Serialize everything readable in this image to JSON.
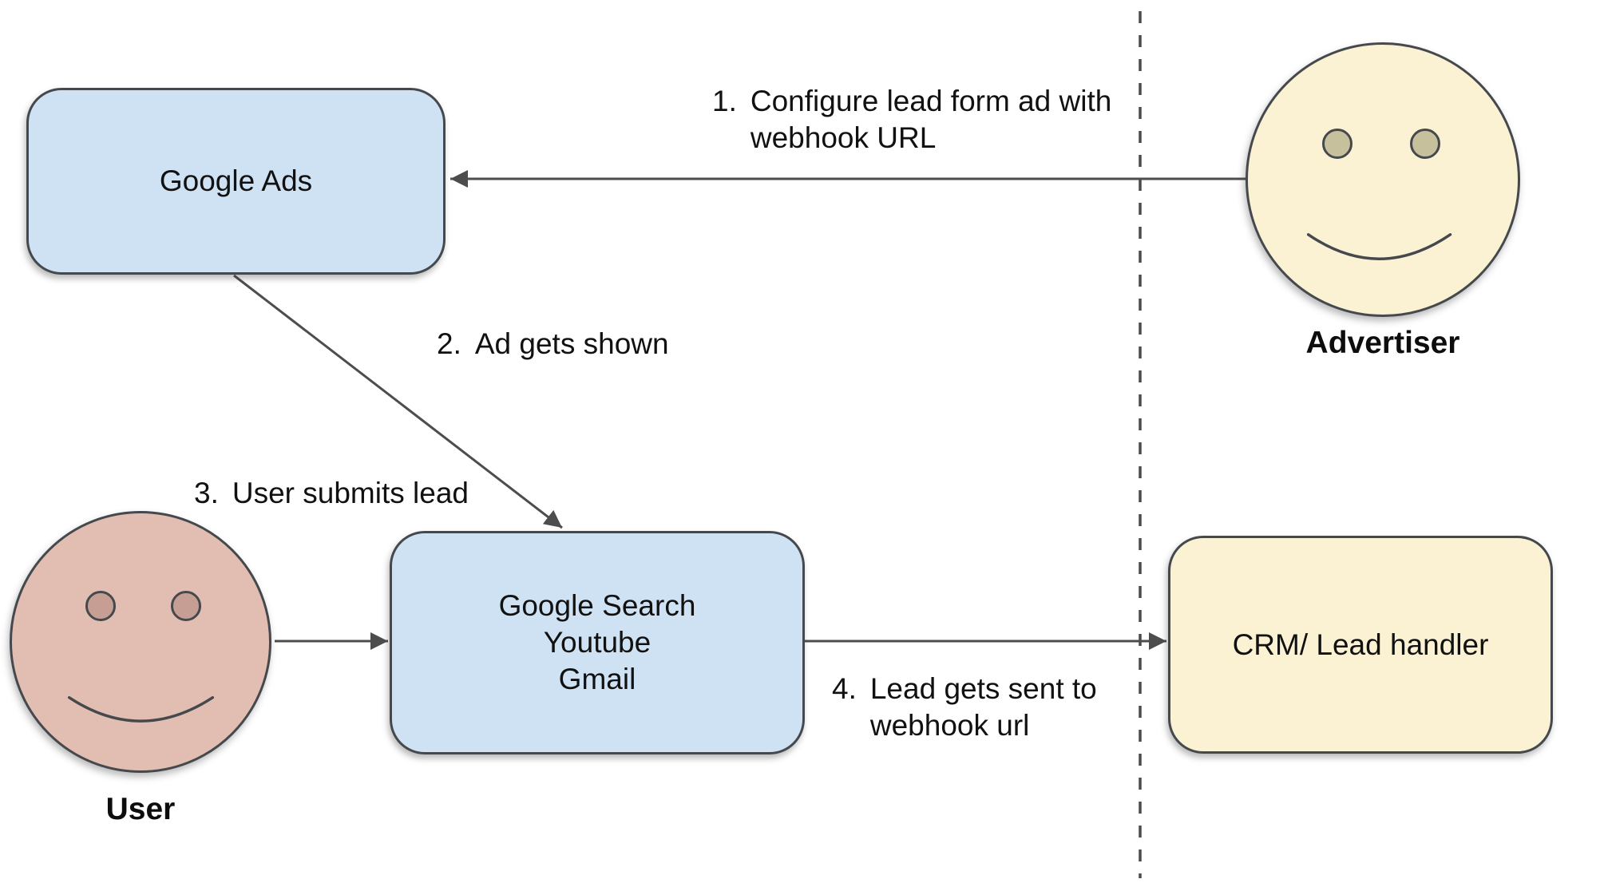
{
  "diagram": {
    "nodes": {
      "google_ads": {
        "label": "Google Ads"
      },
      "google_surfaces": {
        "line1": "Google Search",
        "line2": "Youtube",
        "line3": "Gmail"
      },
      "crm": {
        "label": "CRM/ Lead handler"
      }
    },
    "actors": {
      "advertiser": {
        "label": "Advertiser"
      },
      "user": {
        "label": "User"
      }
    },
    "steps": [
      {
        "num": "1.",
        "line1": "Configure lead form ad with",
        "line2": "webhook URL"
      },
      {
        "num": "2.",
        "line1": "Ad gets shown"
      },
      {
        "num": "3.",
        "line1": "User submits lead"
      },
      {
        "num": "4.",
        "line1": "Lead gets sent to",
        "line2": "webhook url"
      }
    ],
    "colors": {
      "node_blue_fill": "#cfe2f3",
      "node_yellow_fill": "#faf2d2",
      "user_face_fill": "#e2beb2",
      "user_eye_fill": "#c79e94",
      "advertiser_eye_fill": "#c6c09c",
      "shape_stroke": "#45494d",
      "connector_stroke": "#4d4d4d",
      "text_color": "#111111"
    }
  }
}
